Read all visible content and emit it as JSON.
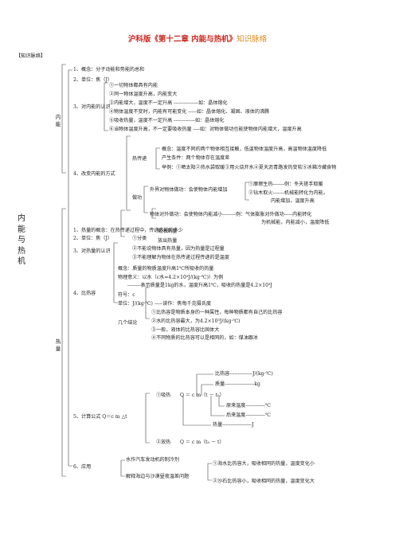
{
  "title": {
    "main": "沪科版《第十二章 内能与热机》",
    "suffix": "知识脉络"
  },
  "tag": "【知识脉络】",
  "root": "内能与热机",
  "neineng": {
    "label": "内能",
    "concept": "1、概念：分子动能和势能的总和",
    "unit": "2、单位：焦（J）",
    "understanding": "3、对内能的认识",
    "u1": "①一切物体都具有内能",
    "u2": "②同一物体温度升高，内能变大",
    "u3": "③内能增大，温度不一定升高 ---------------如：晶体熔化",
    "u4": "④物体温度不变时，内能有可能变化 -----如：晶体熔化、凝固、液体的沸腾",
    "u5": "⑤吸收热量，温度不一定升高 -------------如：晶体熔化",
    "u6": "⑥当物体温度升高，不一定要吸收热量 ----如：对物体做功也能使物体内能增大，温度升高",
    "change": "4、改变内能的方式",
    "heat_transfer": "热传递",
    "ht_concept": "概念：温度不同的两个物体相互接触，低温物体温度升高，高温物体温度降低",
    "ht_cond": "产生条件：两个物体存在温度差",
    "ht_example": "举例：①晒太阳②热水袋取暖③用火烧开水④夏天沥青路发热变软⑤冰箱冷藏食物",
    "work": "做功",
    "w_outside": "外界对物体做功：会使物体内能增加",
    "w1": "①摩擦生热-------例：冬天搓手取暖",
    "w2": "②钻木取火-------机械能转化为内能，",
    "w2b": "内能增加，温度升高",
    "w_object": "物体对外做功：会使物体内能减小--------例：气体膨胀对外做功-----内能转化",
    "w_object2": "为机械能，内能减小，温度降低"
  },
  "reliang": {
    "label": "热量",
    "concept": "1、热量的概念：在热传递过程中，传递内能的多少",
    "unit": "2、单位：焦（J）",
    "understanding": "3、对热量的认识",
    "classify": "①分类",
    "absorb": "吸收热量",
    "release": "放出热量",
    "r2": "②不能说物体具有热量，因为热量是过程量",
    "r3": "③不能理解为物体在热传递过程传递的是温度",
    "c_title": "4、比热容",
    "c_concept": "概念：质量的物质温度升高1℃所吸收的热量",
    "c_meaning": "物理意义：以水（c水=4.2×10³J/(kg·℃)）为例",
    "c_meaning2": "--------表示质量是1kg的水，温度升高1℃，吸收的热量是4.2×10³J",
    "c_symbol": "符号：c",
    "c_unit": "单位：J/(kg·℃)  -----读作：焦每千克摄氏度",
    "conclusions": "几个结论",
    "k1": "①比热容是物质本身的一种属性，每种物质都有自己的比热容",
    "k2": "②水的比热容最大，为4.2×10³J/(kg·℃)",
    "k3": "③一般，液体的比热容比固体大",
    "k4": "④不同物质的比热容可以是相同的，如：煤油跟冰",
    "calc": "5、计算公式 Q＝c m △t",
    "absorb_heat": "①吸热",
    "absorb_formula": "Q ＝ c m（t － t₀）",
    "release_heat": "②放热",
    "release_formula": "Q ＝ c m（t₀ － t）",
    "f_c": "比热容--------------J/(kg·℃)",
    "f_m": "质量------------------kg",
    "f_t0": "原来温度------------℃",
    "f_t": "后来温度------------℃",
    "f_q": "热量------------------J",
    "app": "6、应用",
    "app1": "水作汽车发动机的制冷剂",
    "app2": "解释海边与沙漠昼夜温差问题",
    "a1": "①海水比热容大，吸收相同的热量，温度变化小",
    "a2": "②沙石比热容小，吸收相同的热量，温度变化大"
  }
}
